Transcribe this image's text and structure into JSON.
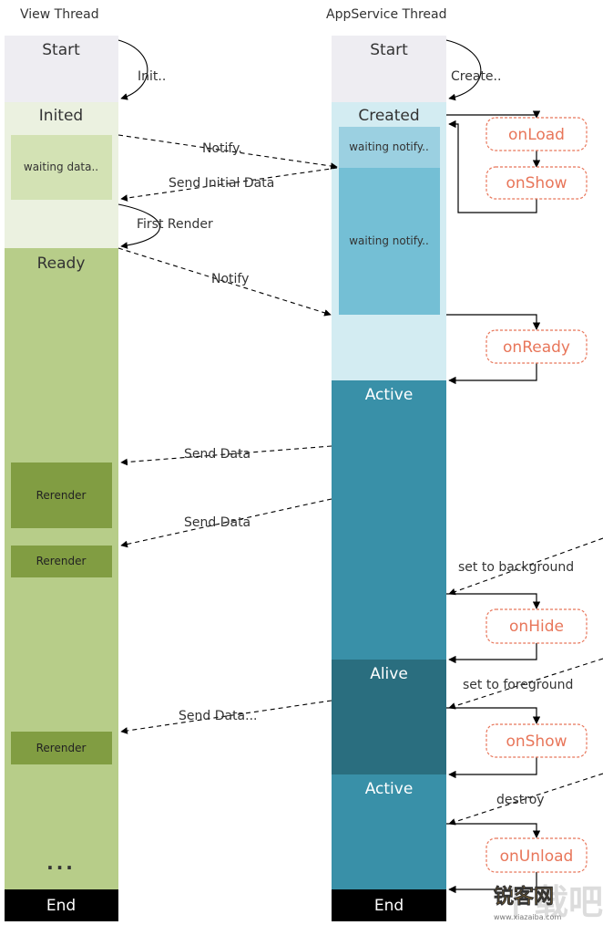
{
  "view_thread": {
    "title": "View Thread",
    "states": {
      "start": "Start",
      "inited": "Inited",
      "waiting": "waiting data..",
      "ready": "Ready",
      "rerender": "Rerender",
      "ellipsis": "...",
      "end": "End"
    }
  },
  "appservice_thread": {
    "title": "AppService Thread",
    "states": {
      "start": "Start",
      "created": "Created",
      "waiting_notify": "waiting notify..",
      "active": "Active",
      "alive": "Alive",
      "end": "End"
    }
  },
  "messages": {
    "init": "Init..",
    "create": "Create..",
    "notify": "Notify.",
    "send_initial_data": "Send Initial Data",
    "first_render": "First Render",
    "notify2": "Notify",
    "send_data": "Send Data",
    "send_data_more": "Send Data...",
    "set_background": "set to background",
    "set_foreground": "set to foreground",
    "destroy": "destroy"
  },
  "hooks": {
    "on_load": "onLoad",
    "on_show": "onShow",
    "on_ready": "onReady",
    "on_hide": "onHide",
    "on_unload": "onUnload"
  },
  "watermark": {
    "main": "锐客网",
    "sub": "www.xiazaiba.com",
    "ghost": "下载吧"
  },
  "colors": {
    "start": "#eeedf2",
    "view_inited": "#ebf1e0",
    "view_waiting": "#d3e2b4",
    "view_ready": "#b7cd89",
    "view_rerender": "#819d42",
    "app_created": "#d3ecf2",
    "app_waiting": "#74bfd5",
    "app_waiting_top": "#9bd0e1",
    "app_active": "#3990a8",
    "app_alive": "#2a6e7f",
    "end": "#000000",
    "hook": "#e8765a"
  }
}
